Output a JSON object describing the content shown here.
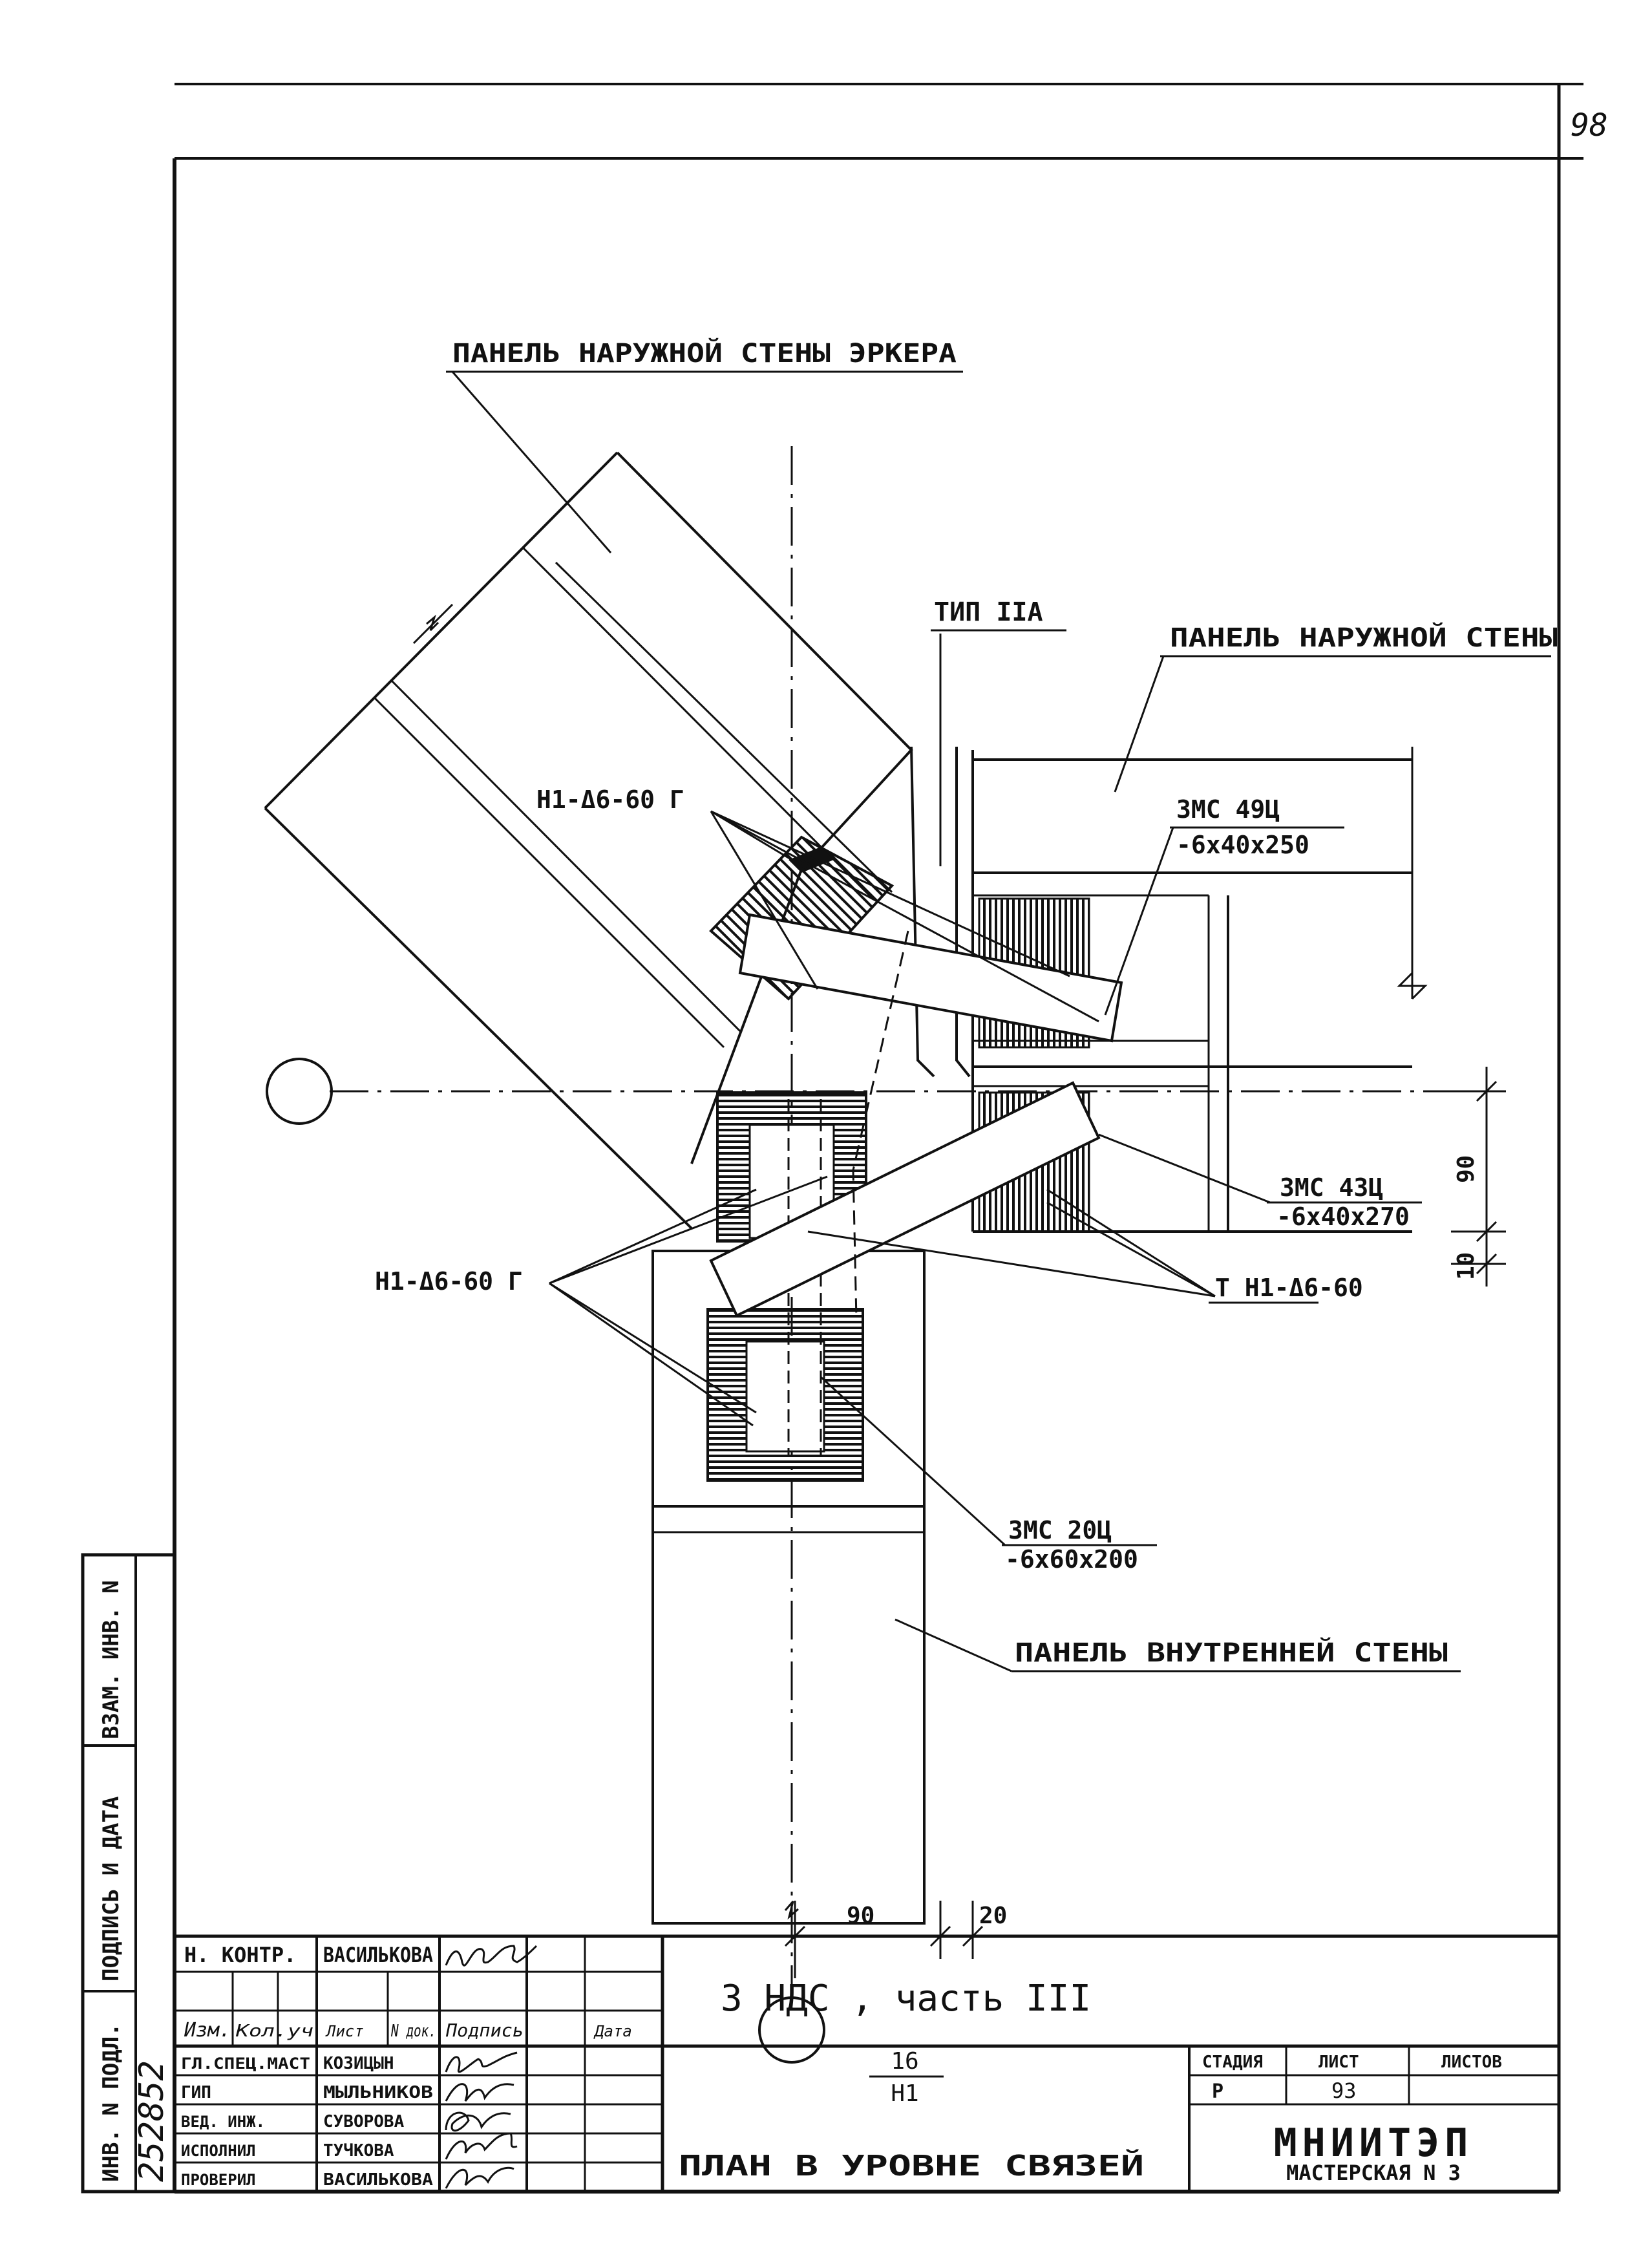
{
  "sheet": {
    "page_number": "98"
  },
  "drawing": {
    "labels": {
      "bay_panel": "ПАНЕЛЬ НАРУЖНОЙ СТЕНЫ ЭРКЕРА",
      "joint_type": "ТИП IIА",
      "outer_panel": "ПАНЕЛЬ НАРУЖНОЙ СТЕНЫ",
      "inner_panel": "ПАНЕЛЬ ВНУТРЕННЕЙ СТЕНЫ",
      "anchor_top": "Н1-Δ6-60 Г",
      "anchor_left": "Н1-Δ6-60 Г",
      "anchor_right": "Т Н1-Δ6-60",
      "plate_49_mark": "3МС 49Ц",
      "plate_49_size": "-6х40х250",
      "plate_43_mark": "3МС 43Ц",
      "plate_43_size": "-6х40х270",
      "plate_20_mark": "3МС 20Ц",
      "plate_20_size": "-6х60х200"
    },
    "dimensions": {
      "bottom_width": "90",
      "bottom_gap": "20",
      "right_height": "90",
      "right_gap": "10"
    }
  },
  "side_stamp": {
    "inv_orig": "ИНВ. N ПОДЛ.",
    "signature_date": "ПОДПИСЬ И ДАТА",
    "inv_replace": "ВЗАМ. ИНВ. N",
    "inv_number_hand": "252852"
  },
  "title_block": {
    "norm_control_role": "Н. КОНТР.",
    "norm_control_name": "ВАСИЛЬКОВА",
    "headers": [
      "Изм.",
      "Кол.уч",
      "Лист",
      "N док.",
      "Подпись",
      "Дата"
    ],
    "staff": [
      {
        "role": "ГЛ.СПЕЦ.МАСТ",
        "name": "КОЗИЦЫН"
      },
      {
        "role": "ГИП",
        "name": "МЫЛЬНИКОВ"
      },
      {
        "role": "ВЕД. ИНЖ.",
        "name": "СУВОРОВА"
      },
      {
        "role": "ИСПОЛНИЛ",
        "name": "ТУЧКОВА"
      },
      {
        "role": "ПРОВЕРИЛ",
        "name": "ВАСИЛЬКОВА"
      }
    ],
    "project": "3 НДС , часть III",
    "doc_top": "16",
    "doc_bottom": "Н1",
    "sheet_title": "ПЛАН В УРОВНЕ СВЯЗЕЙ",
    "stage_header": "СТАДИЯ",
    "sheet_header": "ЛИСТ",
    "sheets_header": "ЛИСТОВ",
    "stage": "Р",
    "sheet_no": "93",
    "sheets_total": "",
    "org_name": "МНИИТЭП",
    "org_sub": "МАСТЕРСКАЯ N 3"
  }
}
